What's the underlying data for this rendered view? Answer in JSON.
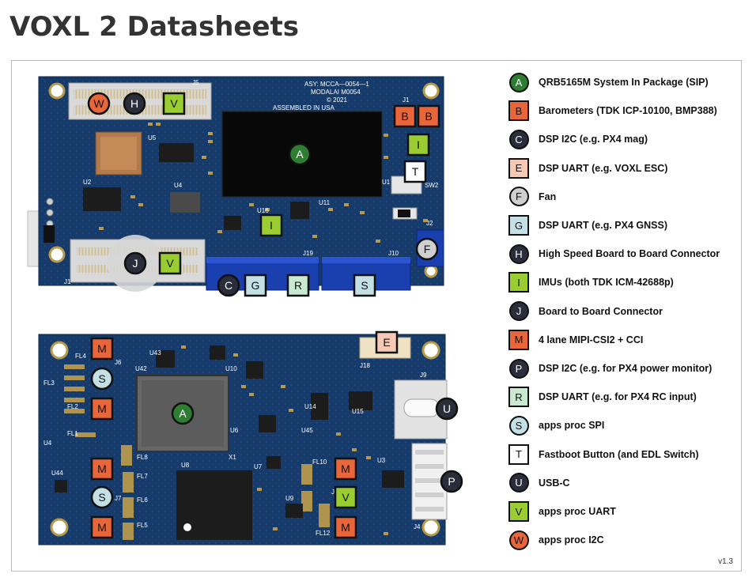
{
  "title": "VOXL 2 Datasheets",
  "version": "v1.3",
  "colors": {
    "pcb": "#163b6a",
    "pcb_dark": "#0f2c52",
    "pad": "#c9a44a",
    "chip": "#1c1c1c",
    "connector_blue": "#1a3fae",
    "A": "#2e7d32",
    "B": "#e8663a",
    "C": "#2a2d3a",
    "E": "#f6c9b5",
    "F": "#cfcfcf",
    "G": "#c4e0e4",
    "H": "#2a2d3a",
    "I": "#9acd32",
    "J": "#2a2d3a",
    "M": "#e8663a",
    "P": "#2a2d3a",
    "R": "#c9e9d1",
    "S": "#c4e0e4",
    "T": "#ffffff",
    "U": "#2a2d3a",
    "V": "#9acd32",
    "W": "#e8663a"
  },
  "legend": [
    {
      "letter": "A",
      "shape": "circle",
      "label": "QRB5165M System In Package (SIP)",
      "fill": "#2e7d32",
      "text": "#ffffff"
    },
    {
      "letter": "B",
      "shape": "square",
      "label": "Barometers (TDK ICP-10100, BMP388)",
      "fill": "#e8663a",
      "text": "#111111"
    },
    {
      "letter": "C",
      "shape": "circle",
      "label": "DSP I2C (e.g. PX4 mag)",
      "fill": "#2a2d3a",
      "text": "#ffffff"
    },
    {
      "letter": "E",
      "shape": "square",
      "label": "DSP UART (e.g. VOXL ESC)",
      "fill": "#f6c9b5",
      "text": "#111111"
    },
    {
      "letter": "F",
      "shape": "circle",
      "label": "Fan",
      "fill": "#cfcfcf",
      "text": "#111111"
    },
    {
      "letter": "G",
      "shape": "square",
      "label": "DSP UART (e.g. PX4 GNSS)",
      "fill": "#c4e0e4",
      "text": "#111111"
    },
    {
      "letter": "H",
      "shape": "circle",
      "label": "High Speed Board to Board Connector",
      "fill": "#2a2d3a",
      "text": "#ffffff"
    },
    {
      "letter": "I",
      "shape": "square",
      "label": "IMUs (both TDK ICM-42688p)",
      "fill": "#9acd32",
      "text": "#111111"
    },
    {
      "letter": "J",
      "shape": "circle",
      "label": "Board to Board Connector",
      "fill": "#2a2d3a",
      "text": "#ffffff"
    },
    {
      "letter": "M",
      "shape": "square",
      "label": "4 lane MIPI-CSI2 + CCI",
      "fill": "#e8663a",
      "text": "#111111"
    },
    {
      "letter": "P",
      "shape": "circle",
      "label": "DSP I2C (e.g. for PX4 power monitor)",
      "fill": "#2a2d3a",
      "text": "#ffffff"
    },
    {
      "letter": "R",
      "shape": "square",
      "label": "DSP UART (e.g. for PX4 RC input)",
      "fill": "#c9e9d1",
      "text": "#111111"
    },
    {
      "letter": "S",
      "shape": "circle",
      "label": "apps proc SPI",
      "fill": "#c4e0e4",
      "text": "#111111"
    },
    {
      "letter": "T",
      "shape": "square",
      "label": "Fastboot Button (and EDL Switch)",
      "fill": "#ffffff",
      "text": "#111111"
    },
    {
      "letter": "U",
      "shape": "circle",
      "label": "USB-C",
      "fill": "#2a2d3a",
      "text": "#ffffff"
    },
    {
      "letter": "V",
      "shape": "square",
      "label": "apps proc UART",
      "fill": "#9acd32",
      "text": "#111111"
    },
    {
      "letter": "W",
      "shape": "circle",
      "label": "apps proc I2C",
      "fill": "#e8663a",
      "text": "#111111"
    }
  ],
  "top_board": {
    "silkscreen": {
      "asy": "ASY: MCCA—0054—1",
      "modalai": "MODALAI  M0054",
      "copyright": "© 2021",
      "assembled": "ASSEMBLED IN USA",
      "labels": [
        "J5",
        "U5",
        "U2",
        "U4",
        "U16",
        "U11",
        "J19",
        "J10",
        "J2",
        "J1",
        "U1",
        "SW2",
        "J1"
      ]
    },
    "markers": [
      {
        "letter": "W",
        "shape": "circle"
      },
      {
        "letter": "H",
        "shape": "circle"
      },
      {
        "letter": "V",
        "shape": "square"
      },
      {
        "letter": "B",
        "shape": "square"
      },
      {
        "letter": "B",
        "shape": "square"
      },
      {
        "letter": "A",
        "shape": "circle"
      },
      {
        "letter": "I",
        "shape": "square"
      },
      {
        "letter": "T",
        "shape": "square"
      },
      {
        "letter": "I",
        "shape": "square"
      },
      {
        "letter": "J",
        "shape": "circle"
      },
      {
        "letter": "V",
        "shape": "square"
      },
      {
        "letter": "F",
        "shape": "circle"
      },
      {
        "letter": "C",
        "shape": "circle"
      },
      {
        "letter": "G",
        "shape": "square"
      },
      {
        "letter": "R",
        "shape": "square"
      },
      {
        "letter": "S",
        "shape": "square"
      }
    ]
  },
  "bottom_board": {
    "silkscreen": {
      "labels": [
        "FL4",
        "U42",
        "U43",
        "U10",
        "J18",
        "J9",
        "FL3",
        "FL2",
        "U14",
        "U15",
        "FL1",
        "U6",
        "U45",
        "U4",
        "FL8",
        "X1",
        "U8",
        "U7",
        "FL10",
        "U3",
        "U44",
        "FL7",
        "FL6",
        "FL5",
        "U9",
        "FL12",
        "J4",
        "J6",
        "J7",
        "J8"
      ]
    },
    "markers": [
      {
        "letter": "M",
        "shape": "square"
      },
      {
        "letter": "S",
        "shape": "circle"
      },
      {
        "letter": "M",
        "shape": "square"
      },
      {
        "letter": "A",
        "shape": "circle"
      },
      {
        "letter": "E",
        "shape": "square"
      },
      {
        "letter": "U",
        "shape": "circle"
      },
      {
        "letter": "M",
        "shape": "square"
      },
      {
        "letter": "S",
        "shape": "circle"
      },
      {
        "letter": "M",
        "shape": "square"
      },
      {
        "letter": "M",
        "shape": "square"
      },
      {
        "letter": "V",
        "shape": "square"
      },
      {
        "letter": "M",
        "shape": "square"
      },
      {
        "letter": "P",
        "shape": "circle"
      }
    ]
  }
}
